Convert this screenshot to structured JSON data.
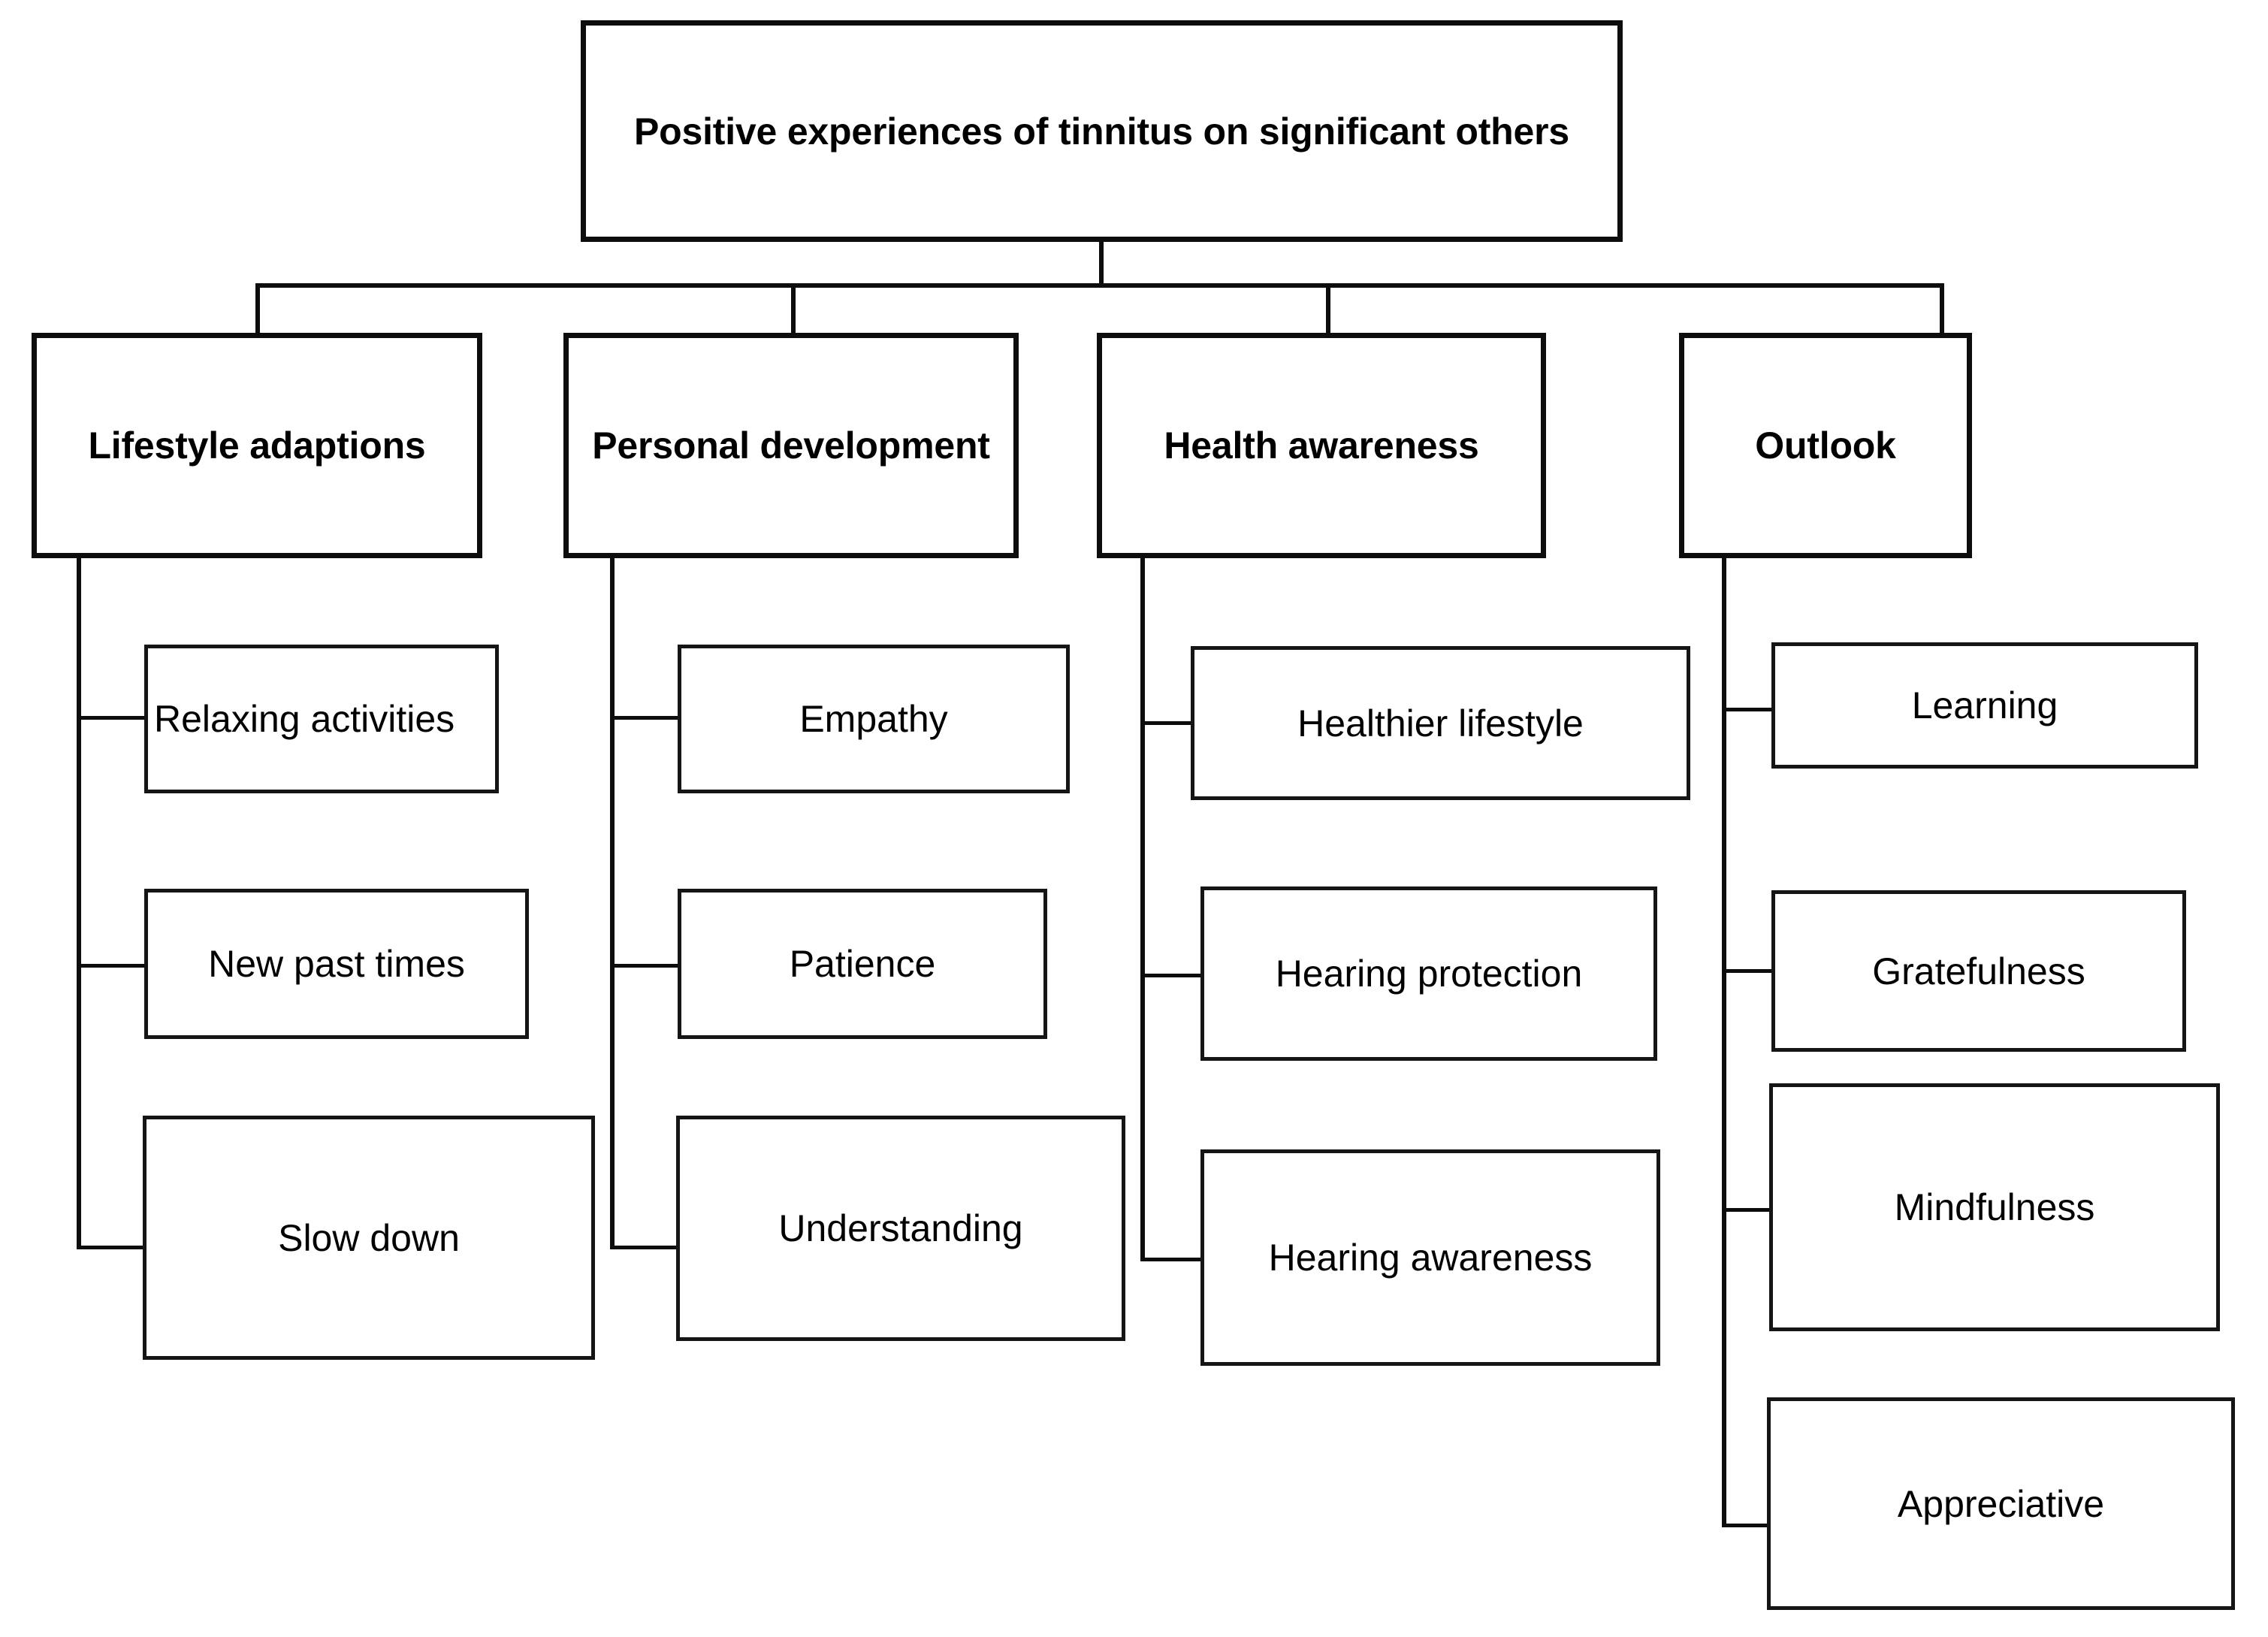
{
  "diagram": {
    "title": "Positive experiences of tinnitus on significant others",
    "type": "hierarchical thematic map",
    "levels": 3,
    "root": {
      "label": "Positive experiences of tinnitus on significant others"
    },
    "categories": [
      {
        "label": "Lifestyle adaptions",
        "subthemes": [
          {
            "label": "Relaxing activities"
          },
          {
            "label": "New past times"
          },
          {
            "label": "Slow down"
          }
        ]
      },
      {
        "label": "Personal development",
        "subthemes": [
          {
            "label": "Empathy"
          },
          {
            "label": "Patience"
          },
          {
            "label": "Understanding"
          }
        ]
      },
      {
        "label": "Health awareness",
        "subthemes": [
          {
            "label": "Healthier lifestyle"
          },
          {
            "label": "Hearing protection"
          },
          {
            "label": "Hearing awareness"
          }
        ]
      },
      {
        "label": "Outlook",
        "subthemes": [
          {
            "label": "Learning"
          },
          {
            "label": "Gratefulness"
          },
          {
            "label": "Mindfulness"
          },
          {
            "label": "Appreciative"
          }
        ]
      }
    ],
    "colors": {
      "background": "#ffffff",
      "box_border": "#0d0d0d",
      "connector": "#0d0d0d",
      "text": "#000000"
    }
  }
}
